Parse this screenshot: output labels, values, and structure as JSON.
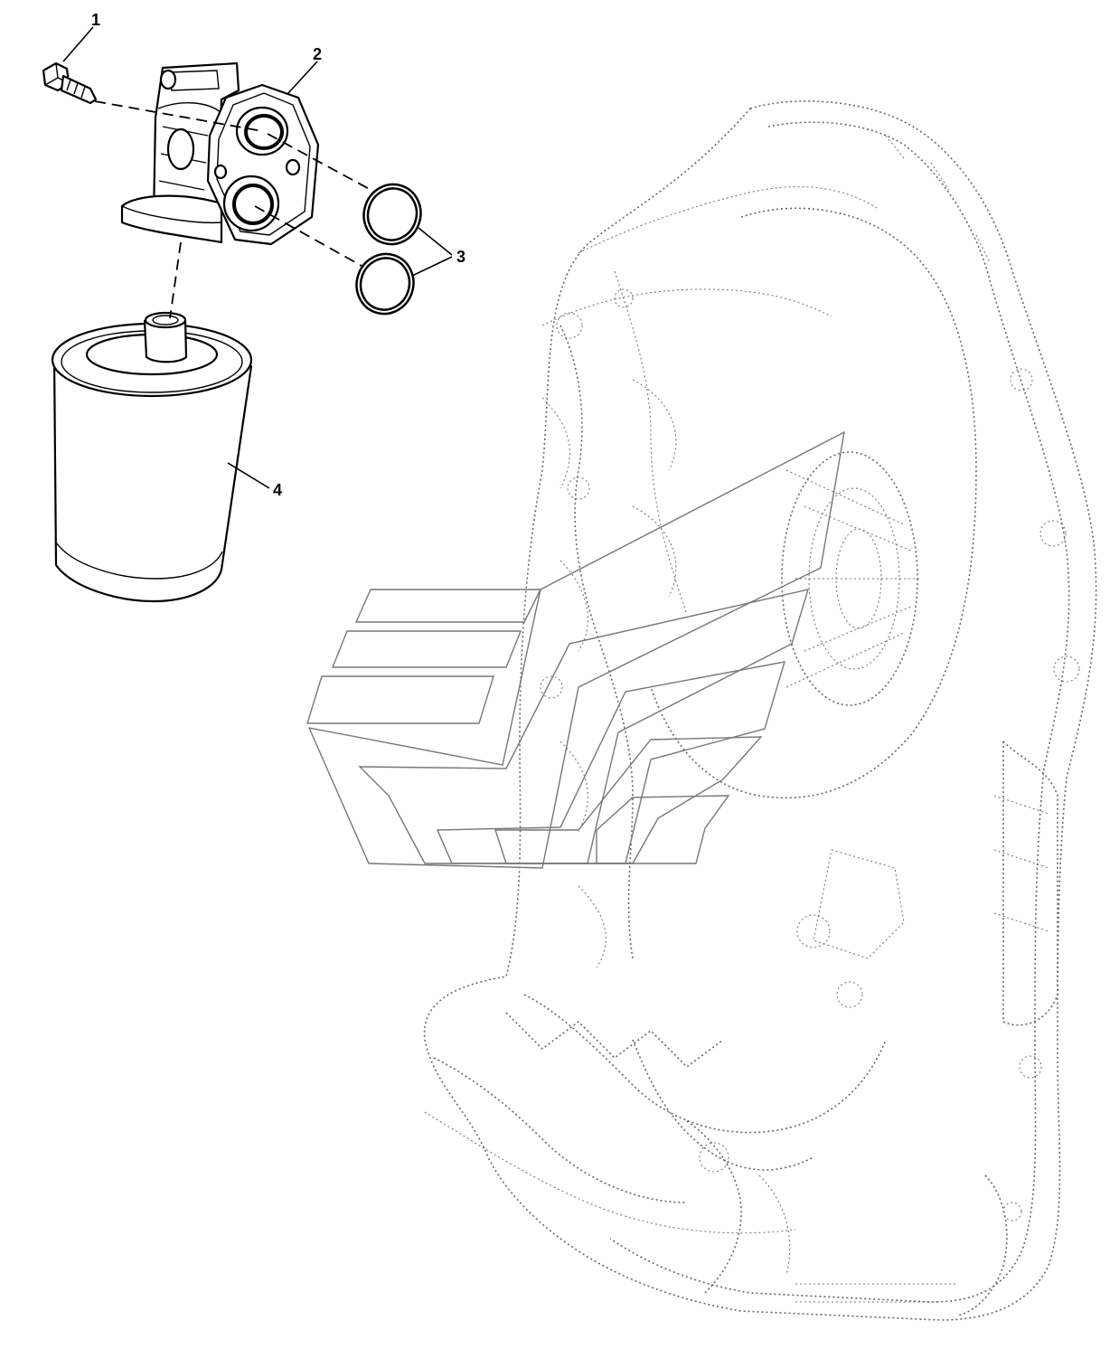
{
  "callouts": [
    {
      "id": "1",
      "text": "1"
    },
    {
      "id": "2",
      "text": "2"
    },
    {
      "id": "3",
      "text": "3"
    },
    {
      "id": "4",
      "text": "4"
    }
  ],
  "parts": [
    {
      "callout": "1",
      "icon": "bolt-icon"
    },
    {
      "callout": "2",
      "icon": "filter-head-icon"
    },
    {
      "callout": "3",
      "icon": "o-ring-icon"
    },
    {
      "callout": "4",
      "icon": "filter-cartridge-icon"
    }
  ],
  "background": {
    "icon": "transmission-housing-outline-icon",
    "style": "dotted-phantom"
  },
  "watermark": {
    "icon": "brand-logo-watermark-icon"
  },
  "colors": {
    "ink": "#000000",
    "phantom": "#666666",
    "paper": "#ffffff"
  }
}
